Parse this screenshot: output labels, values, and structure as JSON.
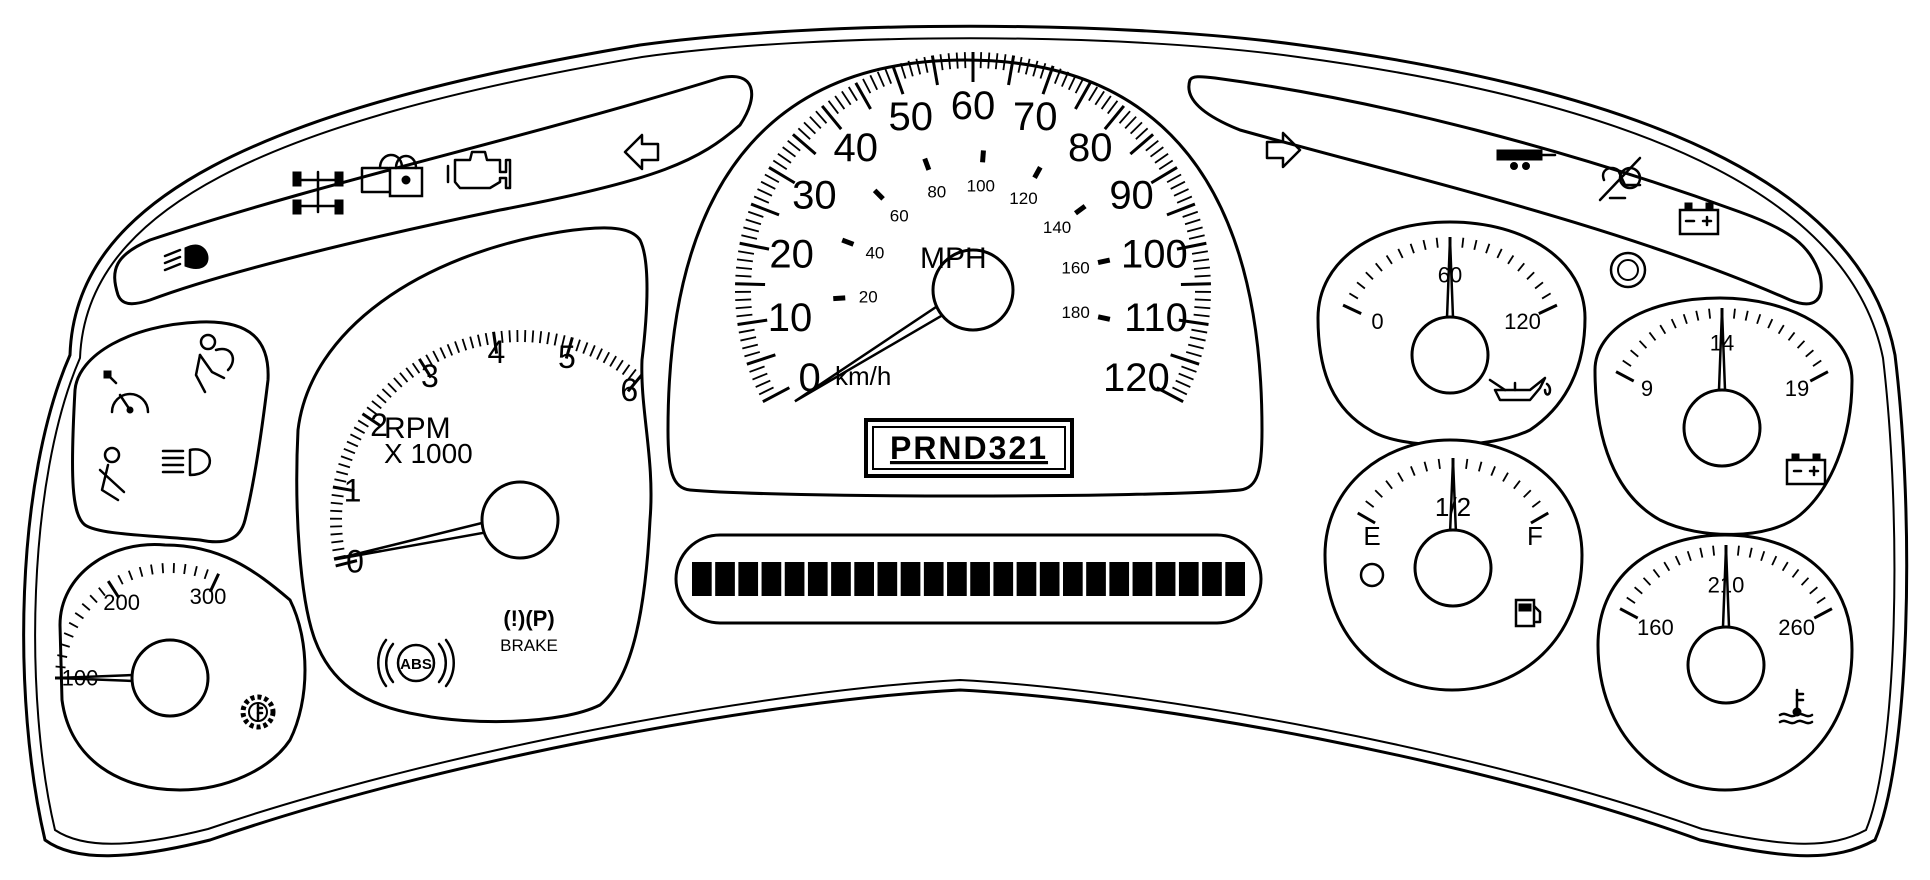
{
  "speedometer": {
    "mph_labels": [
      "0",
      "10",
      "20",
      "30",
      "40",
      "50",
      "60",
      "70",
      "80",
      "90",
      "100",
      "110",
      "120"
    ],
    "kmh_labels": [
      "20",
      "40",
      "60",
      "80",
      "100",
      "120",
      "140",
      "160",
      "180"
    ],
    "unit_mph": "MPH",
    "unit_kmh": "km/h",
    "reading_mph": 0
  },
  "prndl": {
    "text": "PRND321"
  },
  "tachometer": {
    "labels": [
      "0",
      "1",
      "2",
      "3",
      "4",
      "5",
      "6"
    ],
    "unit_line1": "RPM",
    "unit_line2": "X 1000",
    "reading": 0
  },
  "transmission_temp_gauge": {
    "labels": [
      "100",
      "200",
      "300"
    ],
    "reading": 100
  },
  "oil_pressure_gauge": {
    "labels": [
      "0",
      "60",
      "120"
    ],
    "reading": 60
  },
  "voltage_gauge": {
    "labels": [
      "9",
      "14",
      "19"
    ],
    "reading": 14
  },
  "fuel_gauge": {
    "label_empty": "E",
    "label_half": "1/2",
    "label_full": "F",
    "reading": 0.5
  },
  "coolant_temp_gauge": {
    "labels": [
      "160",
      "210",
      "260"
    ],
    "reading": 210
  },
  "warning_lamps": {
    "abs": "ABS",
    "brake": "BRAKE",
    "brake_symbols": "(!)(P)"
  },
  "odometer": {
    "segment_count": 24
  },
  "icons": [
    "high-beam-icon",
    "four-wheel-drive-icon",
    "security-lock-icon",
    "check-engine-icon",
    "left-turn-signal-icon",
    "right-turn-signal-icon",
    "trailer-icon",
    "airbag-off-icon",
    "battery-charge-icon",
    "cruise-control-icon",
    "airbag-icon",
    "seatbelt-icon",
    "headlamp-icon",
    "trans-temp-icon",
    "abs-icon",
    "brake-icon",
    "oil-can-icon",
    "battery-icon",
    "fuel-pump-icon",
    "coolant-temp-icon",
    "low-fuel-indicator-icon",
    "round-indicator-icon"
  ]
}
